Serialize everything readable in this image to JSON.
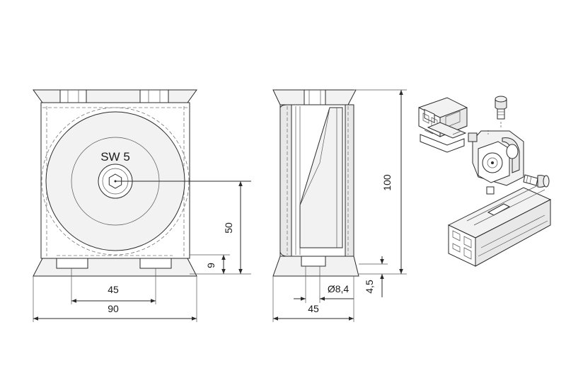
{
  "labels": {
    "wrench": "SW 5",
    "height_50": "50",
    "height_9": "9",
    "width_45_front": "45",
    "width_90": "90",
    "height_100": "100",
    "bore": "Ø8,4",
    "width_45_side": "45",
    "height_4_5": "4,5"
  }
}
